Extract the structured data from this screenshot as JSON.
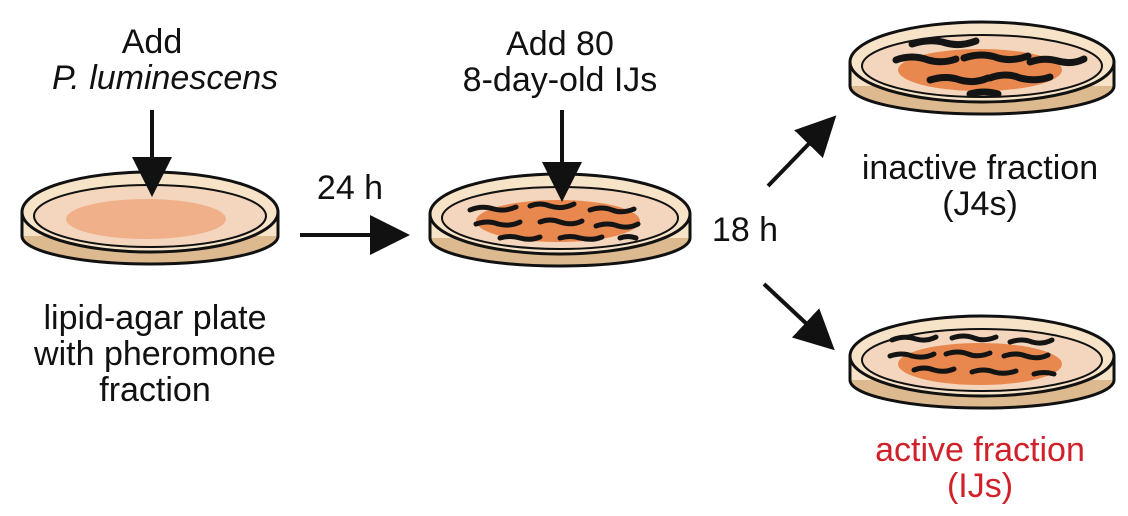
{
  "step1": {
    "label_line1": "Add",
    "label_line2": "P. luminescens"
  },
  "plate1": {
    "caption_line1": "lipid-agar plate",
    "caption_line2": "with pheromone",
    "caption_line3": "fraction"
  },
  "arrow1": {
    "label": "24 h"
  },
  "step2": {
    "label_line1": "Add 80",
    "label_line2": "8-day-old IJs"
  },
  "arrow2": {
    "label": "18 h"
  },
  "inactive": {
    "label_line1": "inactive fraction",
    "label_line2": "(J4s)"
  },
  "active": {
    "label_line1": "active fraction",
    "label_line2": "(IJs)"
  },
  "colors": {
    "plate_rim": "#f6e3c8",
    "plate_base": "#dcb98e",
    "lawn_light": "#f0b08a",
    "lawn_dark": "#e8884e",
    "worm": "#141414",
    "active_text": "#d0202a"
  }
}
